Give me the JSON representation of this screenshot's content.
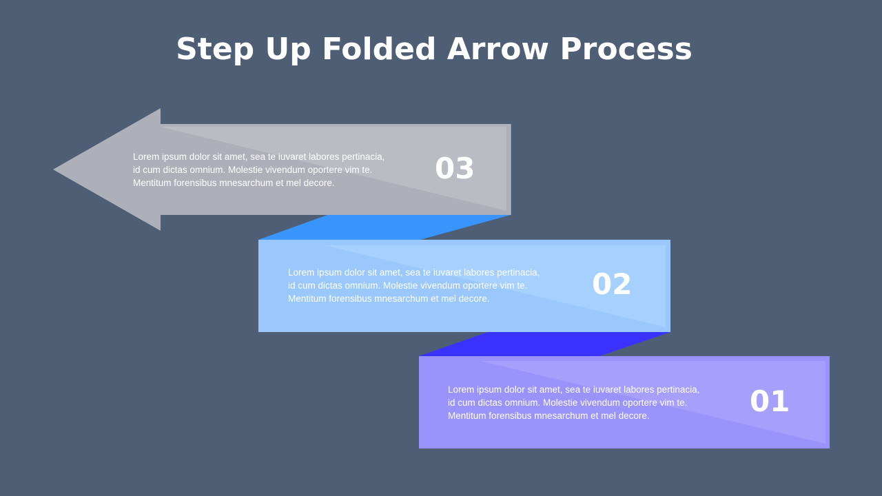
{
  "title": "Step Up Folded Arrow Process",
  "colors": {
    "background": "#4e5e74",
    "step3": "#adb0b8",
    "step2": "#9ac8fc",
    "step1": "#9b93fc",
    "fold_upper": "#3994fb",
    "fold_lower": "#3a33ff"
  },
  "steps": [
    {
      "number": "03",
      "line1": "Lorem ipsum dolor sit amet, sea te iuvaret labores pertinacia,",
      "line2": "id cum dictas omnium.  Molestie vivendum  oportere  vim te.",
      "line3": "Mentitum  forensibus mnesarchum  et mel decore."
    },
    {
      "number": "02",
      "line1": "Lorem ipsum dolor sit amet, sea te iuvaret labores pertinacia,",
      "line2": "id cum dictas omnium.  Molestie vivendum  oportere  vim te.",
      "line3": "Mentitum  forensibus mnesarchum  et mel decore."
    },
    {
      "number": "01",
      "line1": "Lorem ipsum dolor sit amet, sea te iuvaret labores pertinacia,",
      "line2": "id cum dictas omnium.  Molestie vivendum  oportere  vim te.",
      "line3": "Mentitum  forensibus mnesarchum  et mel decore."
    }
  ]
}
